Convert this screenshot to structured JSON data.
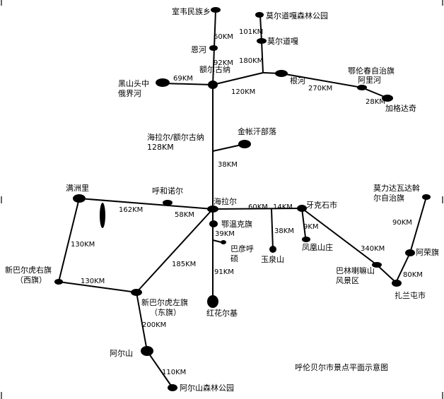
{
  "title": "呼伦贝尔市景点平面示意图",
  "places": {
    "shiwei": "室韦民族乡",
    "enhe": "恩河",
    "mordaoga_park": "莫尔道嘎森林公园",
    "mordaoga": "莫尔道嘎",
    "ergun": "额尔古纳",
    "heishantou_1": "黑山头中",
    "heishantou_2": "俄界河",
    "genhe": "根河",
    "oroqen_1": "鄂伦春自治旗",
    "oroqen_2": "阿里河",
    "jiagedaqi": "加格达奇",
    "hailar_ergun_1": "海拉尔/额尔古纳",
    "hailar_ergun_2": "128KM",
    "jinzhanghan": "金帐汗部落",
    "manzhouli": "满洲里",
    "hohnur": "呼和诺尔",
    "hailar": "海拉尔",
    "yakeshi": "牙克石市",
    "ewenki": "鄂温克旗",
    "bayanhushuo_1": "巴彦呼",
    "bayanhushuo_2": "硕",
    "yuquanshan": "玉泉山",
    "fenghuangshan": "凤凰山庄",
    "morin_1": "莫力达瓦达斡",
    "morin_2": "尔自治旗",
    "arong": "阿荣旗",
    "zhalantun": "扎兰屯市",
    "balin_1": "巴林喇嘛山",
    "balin_2": "风景区",
    "xinbaerhu_right_1": "新巴尔虎右旗",
    "xinbaerhu_right_2": "（西旗）",
    "xinbaerhu_left_1": "新巴尔虎左旗",
    "xinbaerhu_left_2": "（东旗）",
    "honghuaerji": "红花尔基",
    "arxan": "阿尔山",
    "arxan_park": "阿尔山森林公园"
  },
  "distances": {
    "d_shiwei_enhe": "60KM",
    "d_enhe_ergun": "92KM",
    "d_mordaoga_park": "101KM",
    "d_mordaoga_ergun": "180KM",
    "d_heishantou": "69KM",
    "d_ergun_hailar": "120KM",
    "d_genhe_oroqen": "270KM",
    "d_oroqen_jiagedaqi": "28KM",
    "d_jinzhanghan": "38KM",
    "d_manzhouli_hohnur": "162KM",
    "d_hohnur_hailar": "58KM",
    "d_hailar_yuquan_junction": "60KM",
    "d_junction_yakeshi": "14KM",
    "d_yuquanshan": "38KM",
    "d_fenghuang": "9KM",
    "d_ewenki": "39KM",
    "d_honghuaerji": "91KM",
    "d_yakeshi_zhalantun": "340KM",
    "d_morin_arong": "90KM",
    "d_arong_zhalantun": "80KM",
    "d_manzhouli_xinyou": "130KM",
    "d_xinyou_xinzuo": "130KM",
    "d_hailar_xinzuo": "185KM",
    "d_xinzuo_arxan": "200KM",
    "d_arxan_park": "110KM"
  }
}
